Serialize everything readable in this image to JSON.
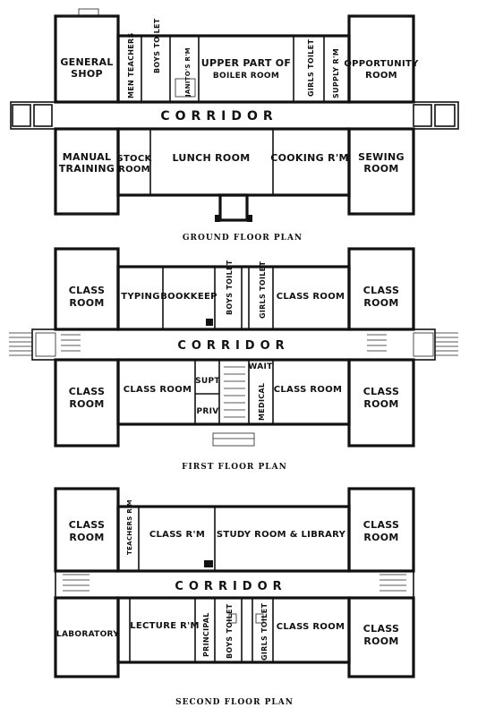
{
  "plans": [
    {
      "caption": "GROUND FLOOR PLAN",
      "corridor": "CORRIDOR",
      "rooms": {
        "general_shop_1": "GENERAL",
        "general_shop_2": "SHOP",
        "men_teachers": "MEN TEACHERS",
        "boys_toilet": "BOYS TOILET",
        "janitors_rm": "JANITO'S R'M",
        "upper_part_1": "UPPER PART OF",
        "upper_part_2": "BOILER ROOM",
        "girls_toilet": "GIRLS TOILET",
        "supply_rm": "SUPPLY R'M",
        "opportunity_1": "OPPORTUNITY",
        "opportunity_2": "ROOM",
        "manual_1": "MANUAL",
        "manual_2": "TRAINING",
        "stock_1": "STOCK",
        "stock_2": "ROOM",
        "lunch": "LUNCH ROOM",
        "cooking": "COOKING R'M",
        "sewing_1": "SEWING",
        "sewing_2": "ROOM"
      }
    },
    {
      "caption": "FIRST FLOOR PLAN",
      "corridor": "CORRIDOR",
      "rooms": {
        "class_nw_1": "CLASS",
        "class_nw_2": "ROOM",
        "typing": "TYPING",
        "bookkeep": "BOOKKEEP",
        "boys_toilet": "BOYS TOILET",
        "girls_toilet": "GIRLS TOILET",
        "class_room_n": "CLASS ROOM",
        "class_ne_1": "CLASS",
        "class_ne_2": "ROOM",
        "class_sw_1": "CLASS",
        "class_sw_2": "ROOM",
        "class_room_s1": "CLASS ROOM",
        "supt": "SUPT",
        "priv": "PRIV",
        "wait": "WAIT",
        "medical": "MEDICAL",
        "class_room_s2": "CLASS ROOM",
        "class_se_1": "CLASS",
        "class_se_2": "ROOM"
      }
    },
    {
      "caption": "SECOND FLOOR PLAN",
      "corridor": "CORRIDOR",
      "rooms": {
        "class_nw_1": "CLASS",
        "class_nw_2": "ROOM",
        "teachers_rm": "TEACHERS R'M",
        "class_rm": "CLASS R'M",
        "study_library": "STUDY ROOM & LIBRARY",
        "class_ne_1": "CLASS",
        "class_ne_2": "ROOM",
        "laboratory": "LABORATORY",
        "lecture_rm": "LECTURE R'M",
        "principal": "PRINCIPAL",
        "boys_toilet": "BOYS TOILET",
        "girls_toilet": "GIRLS TOILET",
        "class_room_s": "CLASS ROOM",
        "class_se_1": "CLASS",
        "class_se_2": "ROOM"
      }
    }
  ]
}
